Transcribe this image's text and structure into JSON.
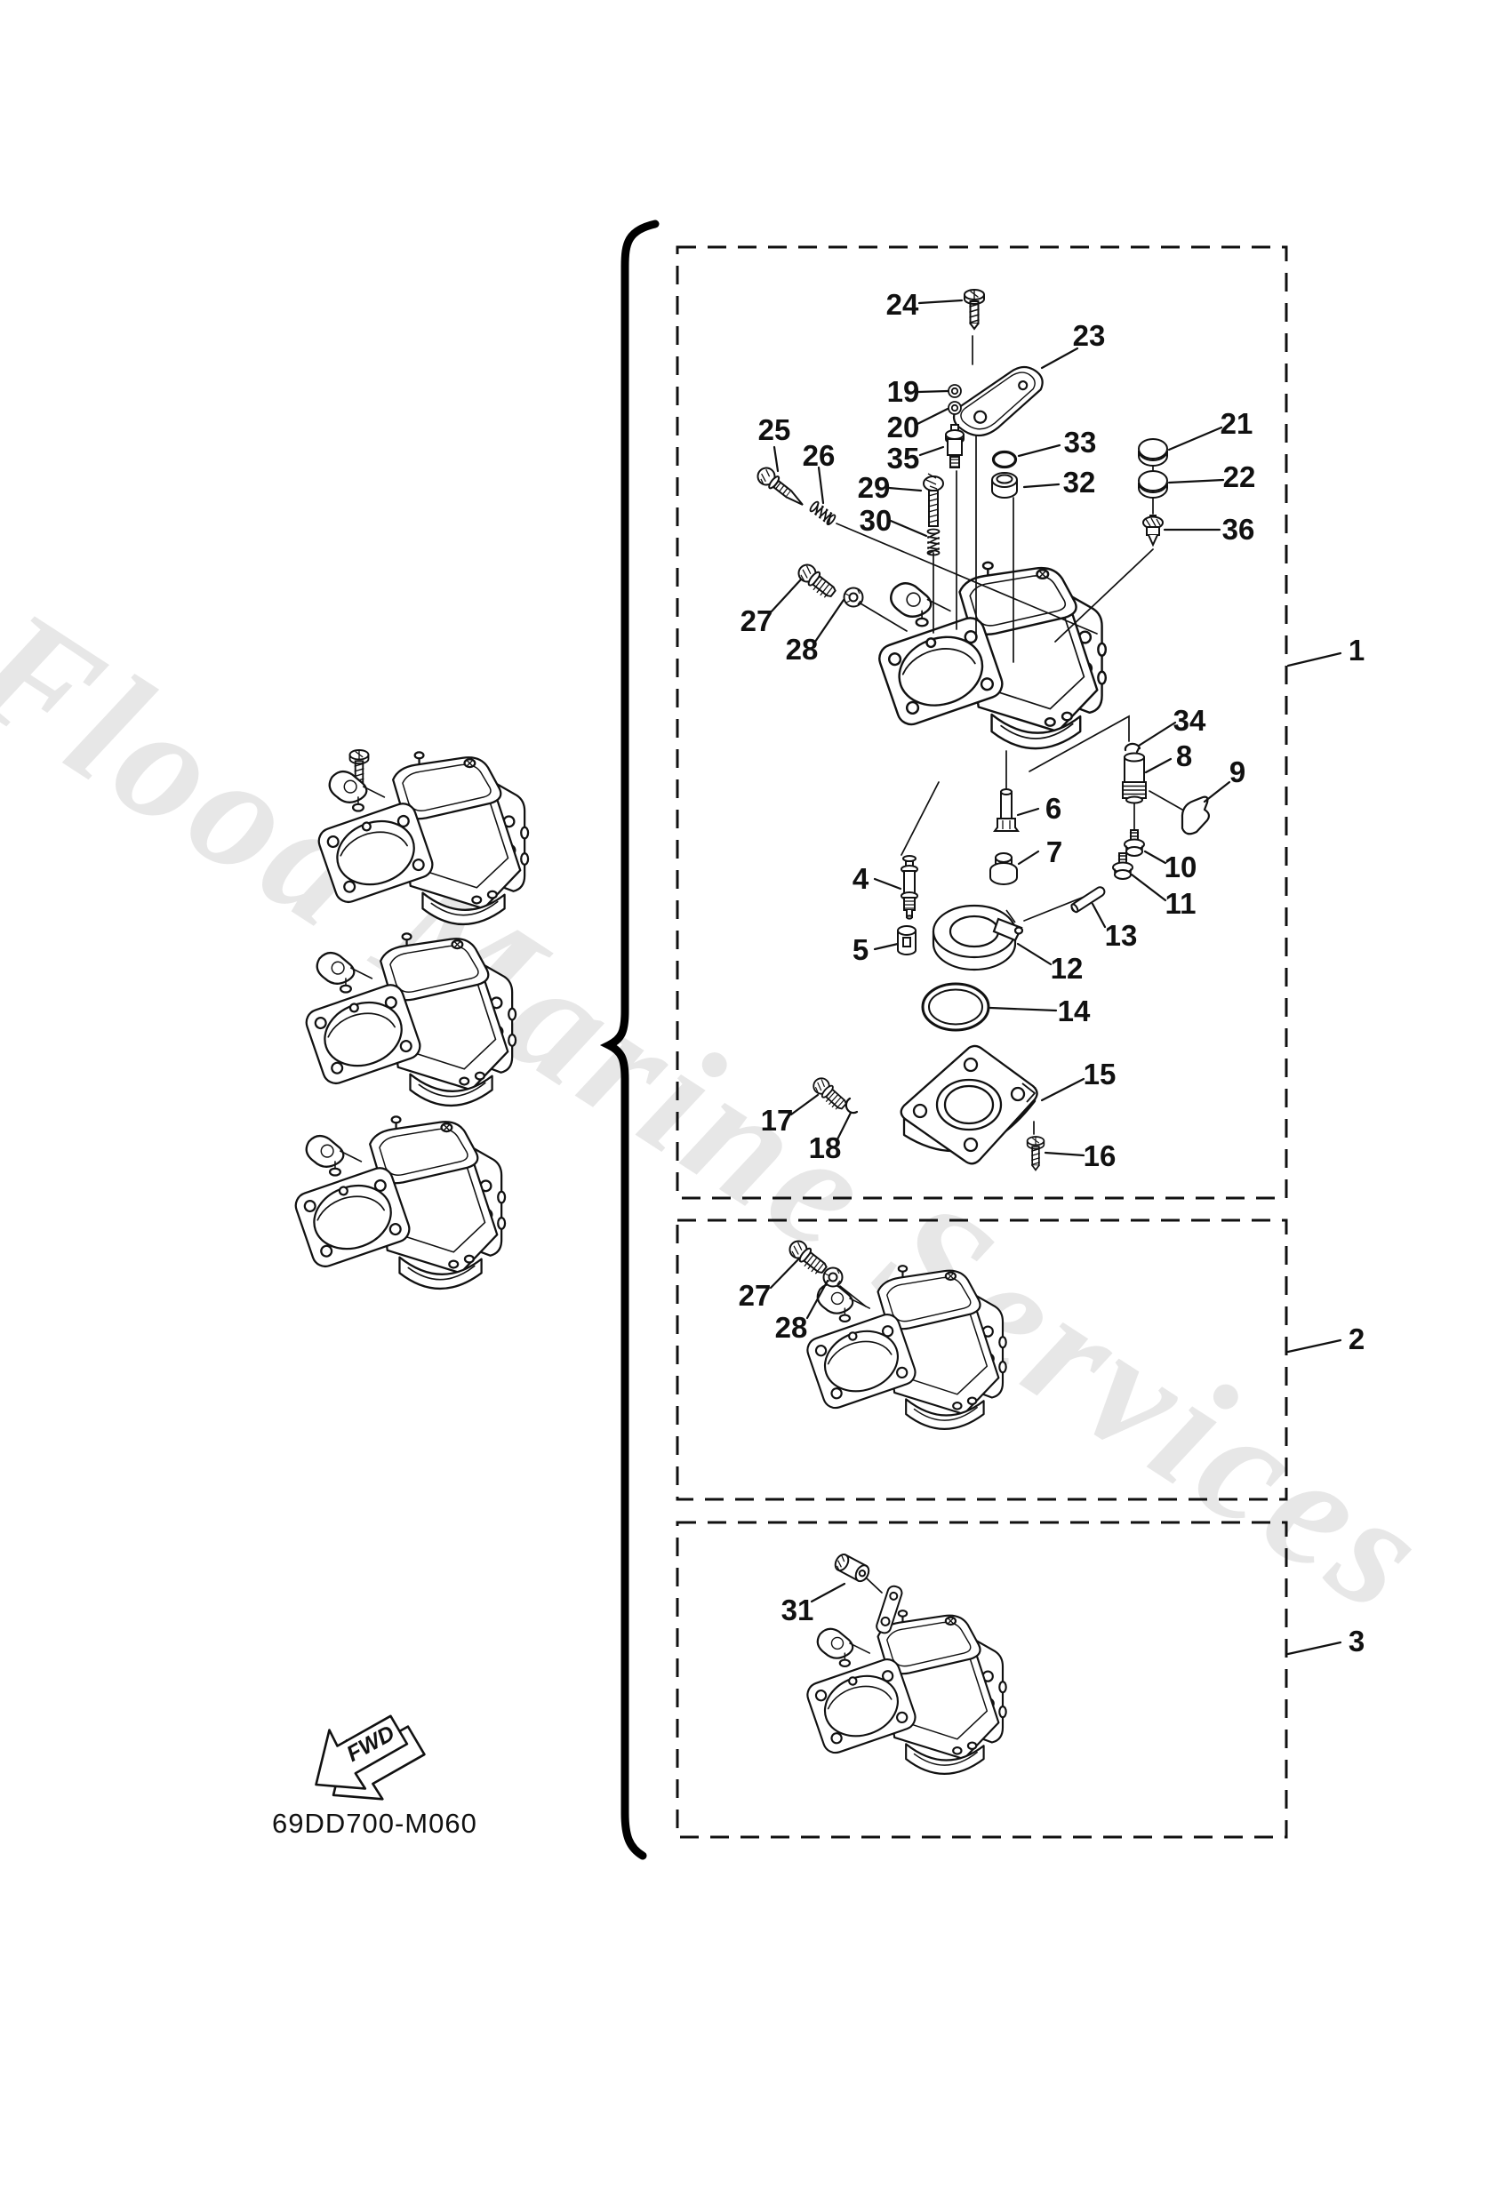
{
  "document": {
    "type": "parts-diagram",
    "background": "#ffffff",
    "ink_color": "#111111",
    "watermark": {
      "text": "Flood Marine Services",
      "color": "#e7e7e7"
    },
    "drawing_code": "69DD700-M060",
    "fwd_label": "FWD"
  },
  "callout_labels": {
    "1": "1",
    "2": "2",
    "3": "3",
    "4": "4",
    "5": "5",
    "6": "6",
    "7": "7",
    "8": "8",
    "9": "9",
    "10": "10",
    "11": "11",
    "12": "12",
    "13": "13",
    "14": "14",
    "15": "15",
    "16": "16",
    "17": "17",
    "18": "18",
    "19": "19",
    "20": "20",
    "21": "21",
    "22": "22",
    "23": "23",
    "24": "24",
    "25": "25",
    "26": "26",
    "27": "27",
    "28": "28",
    "29": "29",
    "30": "30",
    "31": "31",
    "32": "32",
    "33": "33",
    "34": "34",
    "35": "35",
    "36": "36"
  }
}
